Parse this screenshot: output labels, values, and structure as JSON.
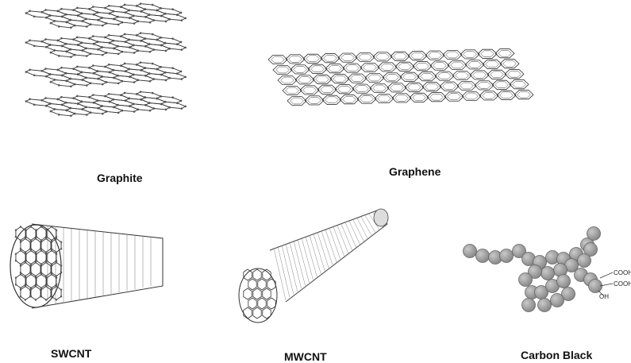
{
  "figure": {
    "labels": {
      "graphite": "Graphite",
      "graphene": "Graphene",
      "swcnt": "SWCNT",
      "mwcnt": "MWCNT",
      "carbon_black": "Carbon Black"
    },
    "carbon_black_groups": {
      "cooh_1": "COOH",
      "cooh_2": "COOH",
      "oh": "OH"
    },
    "colors": {
      "line": "#333333",
      "node": "#555555",
      "sphere": "#8a8a8a",
      "sphere_highlight": "#c9c9c9"
    }
  }
}
